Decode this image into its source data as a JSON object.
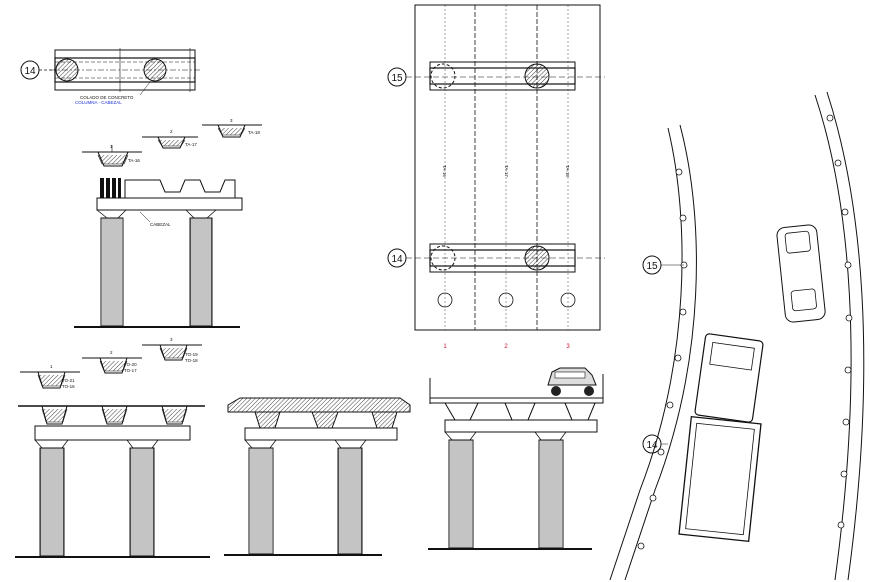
{
  "markers": {
    "m14": "14",
    "m15": "15"
  },
  "notes": {
    "colado": "COLADO DE CONCRETO",
    "columna": "COLUMNA - CABEZAL",
    "cabezal": "CABEZAL"
  },
  "beams_top": {
    "b1_num": "1",
    "b1_tag": "TA-16",
    "b2_num": "2",
    "b2_tag": "TA-17",
    "b3_num": "3",
    "b3_tag": "TA-18"
  },
  "beams_bottom": {
    "b1_num": "1",
    "b1_tag1": "TO-21",
    "b1_tag2": "TO-16",
    "b2_num": "2",
    "b2_tag1": "TO-20",
    "b2_tag2": "TO-17",
    "b3_num": "3",
    "b3_tag1": "TO-19",
    "b3_tag2": "TO-18"
  },
  "plan_beams": {
    "g1": "TA-16",
    "g2": "TA-17",
    "g3": "TA-18"
  },
  "axes": {
    "a1": "1",
    "a2": "2",
    "a3": "3"
  },
  "colors": {
    "line": "#111111",
    "accent_blue": "#1a2ed8",
    "accent_red": "#c8102e"
  }
}
